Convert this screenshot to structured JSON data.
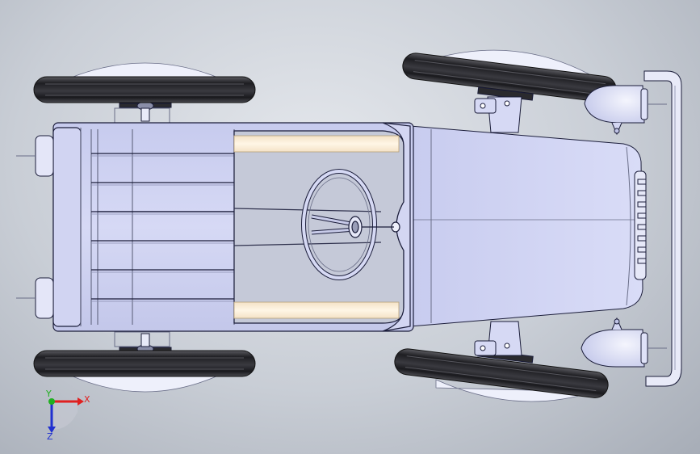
{
  "viewport": {
    "background_colors": [
      "#e4e7ec",
      "#c9ced6",
      "#a7adb7"
    ],
    "body_color": "#d3d6f2",
    "outline_color": "#1b1d3a",
    "tire_color": "#2a2a2e",
    "glow_color": "#fff3df"
  },
  "triad": {
    "x_label": "X",
    "y_label": "Y",
    "z_label": "Z",
    "x_color": "#e02020",
    "y_color": "#20b020",
    "z_color": "#2030d0"
  }
}
